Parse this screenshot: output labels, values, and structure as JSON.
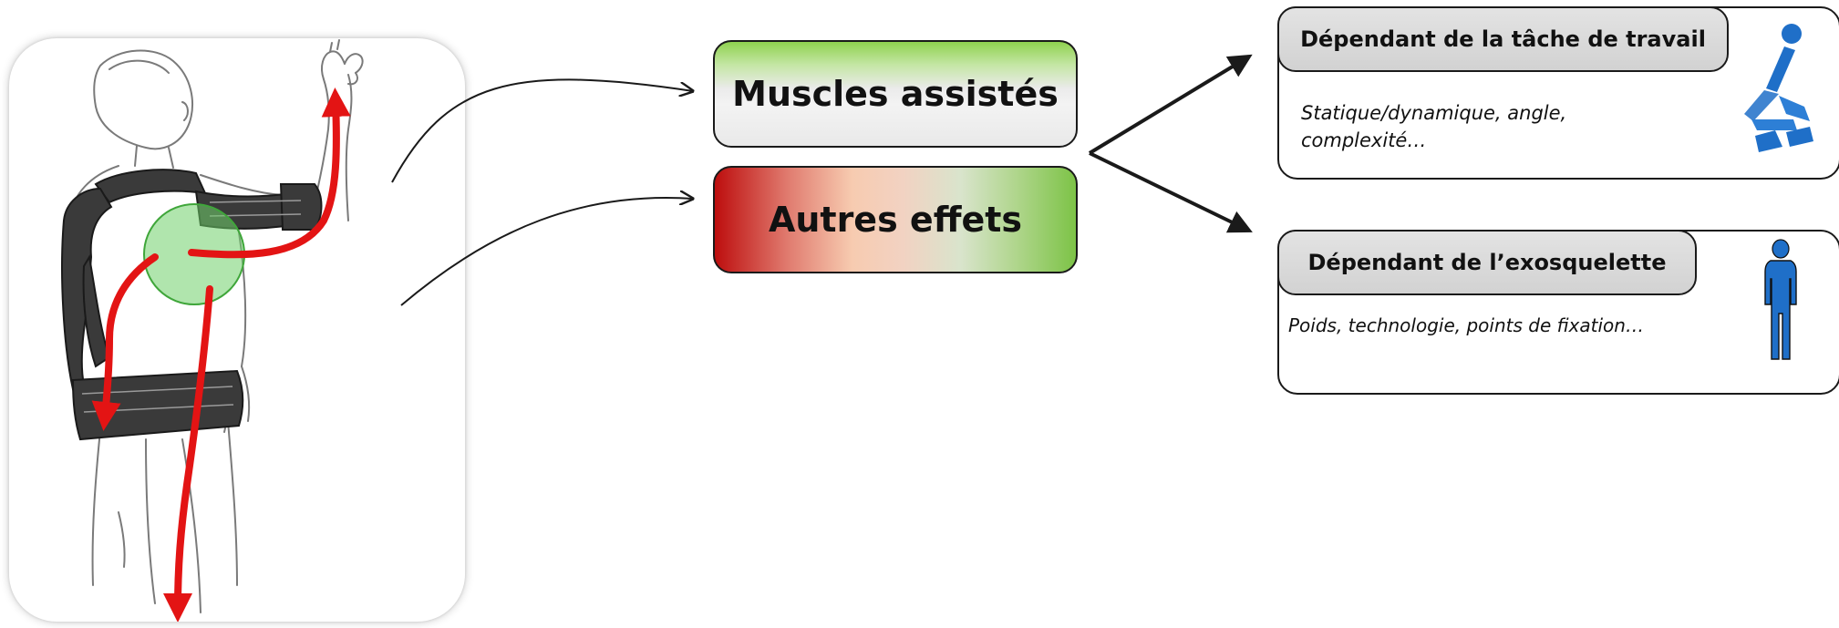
{
  "center": {
    "muscles_label": "Muscles assistés",
    "autres_label": "Autres effets"
  },
  "cards": {
    "task": {
      "title": "Dépendant de la tâche de travail",
      "desc_line1": "Statique/dynamique, angle,",
      "desc_line2": "complexité…",
      "icon": "squatting-worker-icon"
    },
    "exo": {
      "title": "Dépendant de l’exosquelette",
      "desc": "Poids, technologie, points de fixation…",
      "icon": "standing-person-icon"
    }
  },
  "colors": {
    "arrow_red": "#e31414",
    "assist_zone_green": "#6fd06a",
    "icon_blue": "#1f6fc8",
    "muscles_gradient_top": "#8fd14f",
    "autres_gradient_left": "#bd0e0e",
    "autres_gradient_right": "#7dc347"
  }
}
